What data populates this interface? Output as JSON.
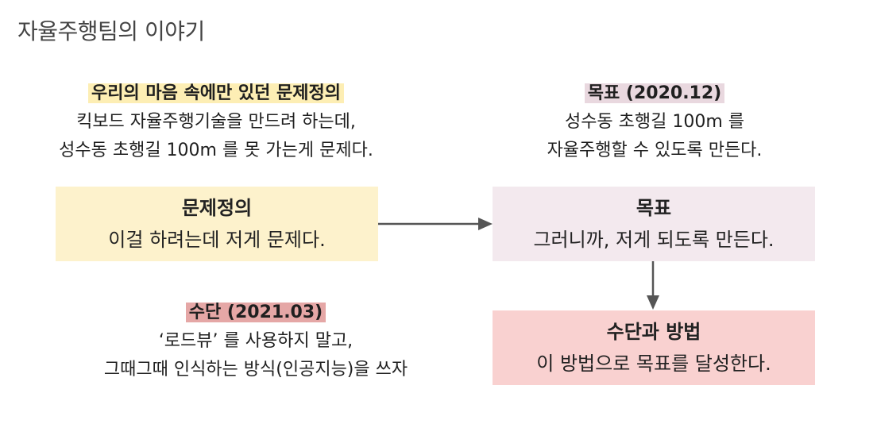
{
  "page": {
    "title": "자율주행팀의 이야기"
  },
  "colors": {
    "problem_fill": "#fdf2cc",
    "goal_fill": "#f3e9ee",
    "means_fill": "#f9d1d0",
    "problem_highlight": "#fdeeb4",
    "goal_highlight": "#e9d8df",
    "means_highlight": "#e5a7a6",
    "arrow": "#555555"
  },
  "notes": {
    "problem": {
      "heading": "우리의 마음 속에만 있던 문제정의",
      "lines": [
        "킥보드 자율주행기술을 만드려 하는데,",
        "성수동 초행길 100m 를 못 가는게 문제다."
      ]
    },
    "goal": {
      "heading": "목표 (2020.12)",
      "lines": [
        "성수동 초행길 100m 를",
        "자율주행할 수 있도록 만든다."
      ]
    },
    "means": {
      "heading": "수단 (2021.03)",
      "lines": [
        "‘로드뷰’ 를 사용하지 말고,",
        "그때그때 인식하는 방식(인공지능)을 쓰자"
      ]
    }
  },
  "boxes": {
    "problem": {
      "title": "문제정의",
      "desc": "이걸 하려는데 저게 문제다."
    },
    "goal": {
      "title": "목표",
      "desc": "그러니까, 저게 되도록 만든다."
    },
    "means": {
      "title": "수단과 방법",
      "desc": "이 방법으로 목표를 달성한다."
    }
  }
}
